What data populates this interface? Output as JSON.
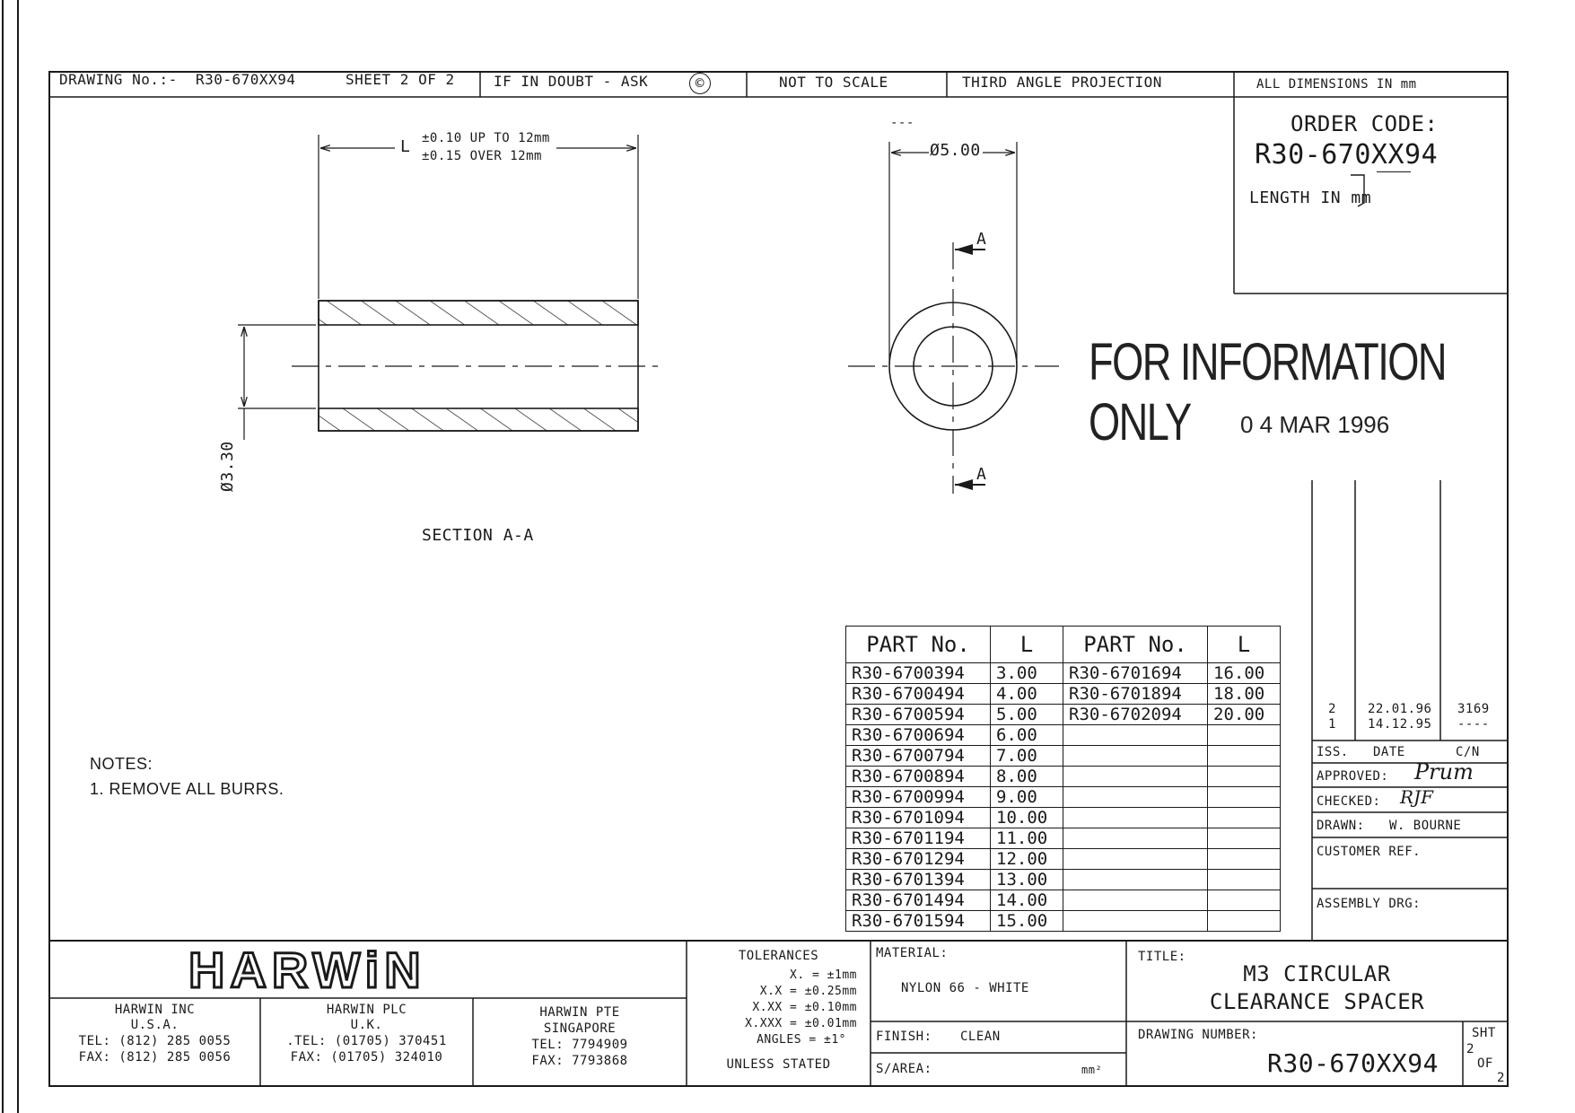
{
  "title_bar": {
    "drawing_no_label": "DRAWING No.:-",
    "drawing_no_value": "R30-670XX94",
    "sheet": "SHEET 2 OF 2",
    "doubt": "IF IN DOUBT - ASK",
    "copyright": "©",
    "scale": "NOT TO SCALE",
    "projection": "THIRD ANGLE PROJECTION",
    "units": "ALL DIMENSIONS IN mm"
  },
  "order_code": {
    "heading": "ORDER CODE:",
    "code": "R30-670XX94",
    "note": "LENGTH IN mm"
  },
  "section_view": {
    "L_label": "L",
    "tol_1": "±0.10 UP TO 12mm",
    "tol_2": "±0.15 OVER 12mm",
    "inner_dia": "Ø3.30",
    "caption": "SECTION A-A"
  },
  "end_view": {
    "outer_dia": "Ø5.00",
    "section_mark_top": "A",
    "section_mark_bottom": "A",
    "tick": "---"
  },
  "stamp": {
    "text": "FOR INFORMATION ONLY",
    "date": "0 4 MAR 1996"
  },
  "notes": {
    "heading": "NOTES:",
    "item_1": "1. REMOVE ALL BURRS."
  },
  "parts_table": {
    "headers": [
      "PART No.",
      "L",
      "PART No.",
      "L"
    ],
    "rows": [
      [
        "R30-6700394",
        "3.00",
        "R30-6701694",
        "16.00"
      ],
      [
        "R30-6700494",
        "4.00",
        "R30-6701894",
        "18.00"
      ],
      [
        "R30-6700594",
        "5.00",
        "R30-6702094",
        "20.00"
      ],
      [
        "R30-6700694",
        "6.00",
        "",
        ""
      ],
      [
        "R30-6700794",
        "7.00",
        "",
        ""
      ],
      [
        "R30-6700894",
        "8.00",
        "",
        ""
      ],
      [
        "R30-6700994",
        "9.00",
        "",
        ""
      ],
      [
        "R30-6701094",
        "10.00",
        "",
        ""
      ],
      [
        "R30-6701194",
        "11.00",
        "",
        ""
      ],
      [
        "R30-6701294",
        "12.00",
        "",
        ""
      ],
      [
        "R30-6701394",
        "13.00",
        "",
        ""
      ],
      [
        "R30-6701494",
        "14.00",
        "",
        ""
      ],
      [
        "R30-6701594",
        "15.00",
        "",
        ""
      ]
    ]
  },
  "revisions": {
    "rows": [
      {
        "iss": "2",
        "date": "22.01.96",
        "cn": "3169"
      },
      {
        "iss": "1",
        "date": "14.12.95",
        "cn": "----"
      }
    ],
    "col_iss": "ISS.",
    "col_date": "DATE",
    "col_cn": "C/N"
  },
  "approvals": {
    "approved_label": "APPROVED:",
    "checked_label": "CHECKED:",
    "drawn_label": "DRAWN:",
    "drawn_value": "W. BOURNE",
    "customer_ref_label": "CUSTOMER REF.",
    "assembly_label": "ASSEMBLY DRG:"
  },
  "company": {
    "logo": "HARWiN",
    "offices": [
      {
        "name": "HARWIN INC",
        "country": "U.S.A.",
        "tel": "TEL: (812) 285 0055",
        "fax": "FAX: (812) 285 0056"
      },
      {
        "name": "HARWIN PLC",
        "country": "U.K.",
        "tel": ".TEL: (01705) 370451",
        "fax": "FAX: (01705) 324010"
      },
      {
        "name": "HARWIN PTE",
        "country": "SINGAPORE",
        "tel": "TEL: 7794909",
        "fax": "FAX: 7793868"
      }
    ]
  },
  "tolerances": {
    "heading": "TOLERANCES",
    "lines": [
      "X.  = ±1mm",
      "X.X  = ±0.25mm",
      "X.XX  = ±0.10mm",
      "X.XXX  = ±0.01mm",
      "ANGLES  = ±1°"
    ],
    "footer": "UNLESS STATED"
  },
  "material": {
    "label": "MATERIAL:",
    "value": "NYLON 66 - WHITE",
    "finish_label": "FINISH:",
    "finish_value": "CLEAN",
    "sarea_label": "S/AREA:",
    "sarea_unit": "mm²"
  },
  "title_block": {
    "title_label": "TITLE:",
    "title_1": "M3 CIRCULAR",
    "title_2": "CLEARANCE SPACER",
    "dwg_label": "DRAWING NUMBER:",
    "dwg_value": "R30-670XX94",
    "sht_label": "SHT",
    "sht_num": "2",
    "sht_of": "OF",
    "sht_total": "2"
  }
}
